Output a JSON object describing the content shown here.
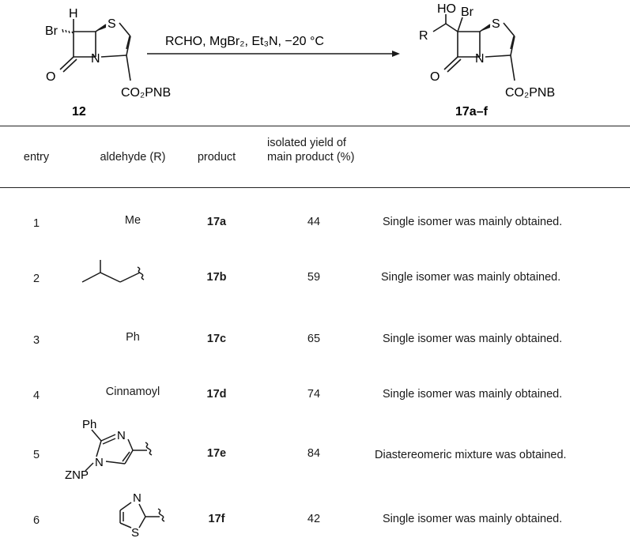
{
  "scheme": {
    "reactant_label": "12",
    "product_label": "17a–f",
    "conditions": "RCHO, MgBr₂, Et₃N, −20 °C",
    "atoms": {
      "br": "Br",
      "h": "H",
      "s": "S",
      "o": "O",
      "n": "N",
      "ester": "CO₂PNB",
      "ho": "HO",
      "r": "R"
    }
  },
  "table": {
    "headers": {
      "entry": "entry",
      "aldehyde": "aldehyde (R)",
      "product": "product",
      "yield_line1": "isolated yield of",
      "yield_line2": "main product (%)"
    },
    "rows": [
      {
        "entry": "1",
        "aldehyde": "Me",
        "product": "17a",
        "yield": "44",
        "note": "Single isomer was mainly obtained."
      },
      {
        "entry": "2",
        "aldehyde": "",
        "product": "17b",
        "yield": "59",
        "note": "Single isomer was mainly obtained."
      },
      {
        "entry": "3",
        "aldehyde": "Ph",
        "product": "17c",
        "yield": "65",
        "note": "Single isomer was mainly obtained."
      },
      {
        "entry": "4",
        "aldehyde": "Cinnamoyl",
        "product": "17d",
        "yield": "74",
        "note": "Single isomer was mainly obtained."
      },
      {
        "entry": "5",
        "aldehyde": "",
        "product": "17e",
        "yield": "84",
        "note": "Diastereomeric mixture was obtained."
      },
      {
        "entry": "6",
        "aldehyde": "",
        "product": "17f",
        "yield": "42",
        "note": "Single isomer was mainly obtained."
      }
    ],
    "structure_atoms": {
      "ph": "Ph",
      "n": "N",
      "znp": "ZNP",
      "s": "S"
    }
  }
}
